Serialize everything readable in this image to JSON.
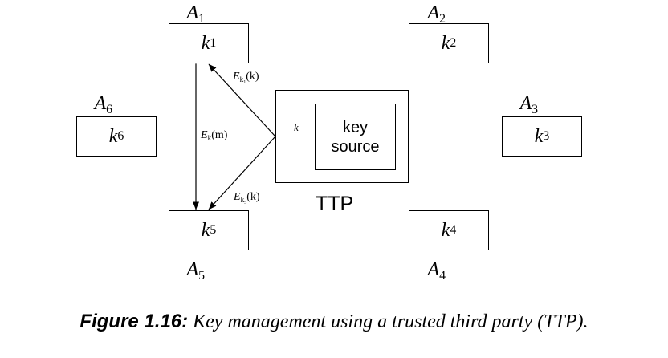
{
  "parties": [
    {
      "name": "A",
      "index": "1",
      "key": "k",
      "key_index": "1"
    },
    {
      "name": "A",
      "index": "2",
      "key": "k",
      "key_index": "2"
    },
    {
      "name": "A",
      "index": "3",
      "key": "k",
      "key_index": "3"
    },
    {
      "name": "A",
      "index": "4",
      "key": "k",
      "key_index": "4"
    },
    {
      "name": "A",
      "index": "5",
      "key": "k",
      "key_index": "5"
    },
    {
      "name": "A",
      "index": "6",
      "key": "k",
      "key_index": "6"
    }
  ],
  "ttp": {
    "label": "TTP",
    "source_line1": "key",
    "source_line2": "source"
  },
  "edges": {
    "to_a1": {
      "symbol": "E",
      "sub_main": "k",
      "sub_index": "1",
      "arg": "(k)"
    },
    "to_a5": {
      "symbol": "E",
      "sub_main": "k",
      "sub_index": "5",
      "arg": "(k)"
    },
    "between": {
      "symbol": "E",
      "sub_main": "k",
      "arg": "(m)"
    },
    "source_to_hub": "k"
  },
  "caption": {
    "number": "Figure 1.16:",
    "text": "Key management using a trusted third party (TTP)."
  }
}
